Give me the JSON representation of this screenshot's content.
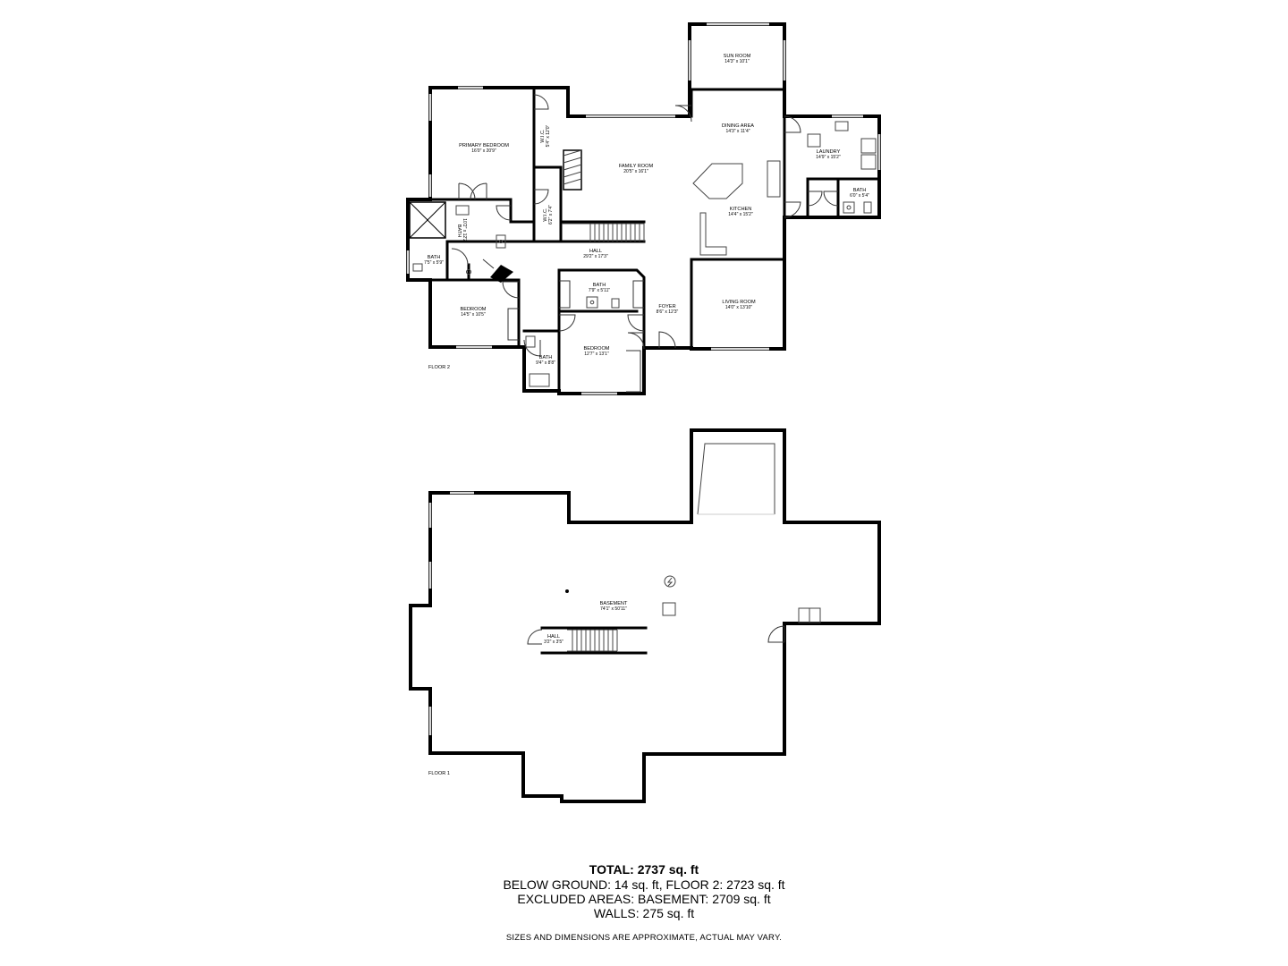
{
  "floors": [
    {
      "label": "FLOOR 2",
      "rooms": [
        {
          "id": "sun-room",
          "name": "SUN ROOM",
          "dims": "14'3\" x 10'1\""
        },
        {
          "id": "primary-bedroom",
          "name": "PRIMARY BEDROOM",
          "dims": "16'0\" x 20'9\""
        },
        {
          "id": "wic-1",
          "name": "W.I.C.",
          "dims": "5'4\" x 12'0\""
        },
        {
          "id": "dining-area",
          "name": "DINING AREA",
          "dims": "14'3\" x 11'4\""
        },
        {
          "id": "laundry",
          "name": "LAUNDRY",
          "dims": "14'9\" x 15'2\""
        },
        {
          "id": "family-room",
          "name": "FAMILY ROOM",
          "dims": "20'5\" x 16'1\""
        },
        {
          "id": "bath-laundry",
          "name": "BATH",
          "dims": "6'0\" x 5'4\""
        },
        {
          "id": "kitchen",
          "name": "KITCHEN",
          "dims": "14'4\" x 15'2\""
        },
        {
          "id": "wic-2",
          "name": "W.I.C.",
          "dims": "6'2\" x 7'4\""
        },
        {
          "id": "bath-primary",
          "name": "BATH",
          "dims": "10'2\" x 12'2\""
        },
        {
          "id": "hall",
          "name": "HALL",
          "dims": "29'2\" x 17'3\""
        },
        {
          "id": "bath-small",
          "name": "BATH",
          "dims": "7'5\" x 5'9\""
        },
        {
          "id": "bath-center",
          "name": "BATH",
          "dims": "7'9\" x 5'11\""
        },
        {
          "id": "living-room",
          "name": "LIVING ROOM",
          "dims": "14'0\" x 13'10\""
        },
        {
          "id": "foyer",
          "name": "FOYER",
          "dims": "8'6\" x 12'3\""
        },
        {
          "id": "bedroom-west",
          "name": "BEDROOM",
          "dims": "14'5\" x 10'5\""
        },
        {
          "id": "bedroom-south",
          "name": "BEDROOM",
          "dims": "12'7\" x 13'1\""
        },
        {
          "id": "bath-southwest",
          "name": "BATH",
          "dims": "9'4\" x 8'8\""
        }
      ]
    },
    {
      "label": "FLOOR 1",
      "rooms": [
        {
          "id": "basement",
          "name": "BASEMENT",
          "dims": "74'1\" x 50'11\""
        },
        {
          "id": "hall-basement",
          "name": "HALL",
          "dims": "3'2\" x 3'5\""
        }
      ]
    }
  ],
  "summary": {
    "total": "TOTAL: 2737 sq. ft",
    "line1": "BELOW GROUND: 14 sq. ft, FLOOR 2: 2723 sq. ft",
    "line2": "EXCLUDED AREAS: BASEMENT: 2709 sq. ft",
    "line3": "WALLS: 275 sq. ft",
    "disclaimer": "SIZES AND DIMENSIONS ARE APPROXIMATE, ACTUAL MAY VARY."
  },
  "colors": {
    "wall": "#000000",
    "background": "#ffffff"
  }
}
